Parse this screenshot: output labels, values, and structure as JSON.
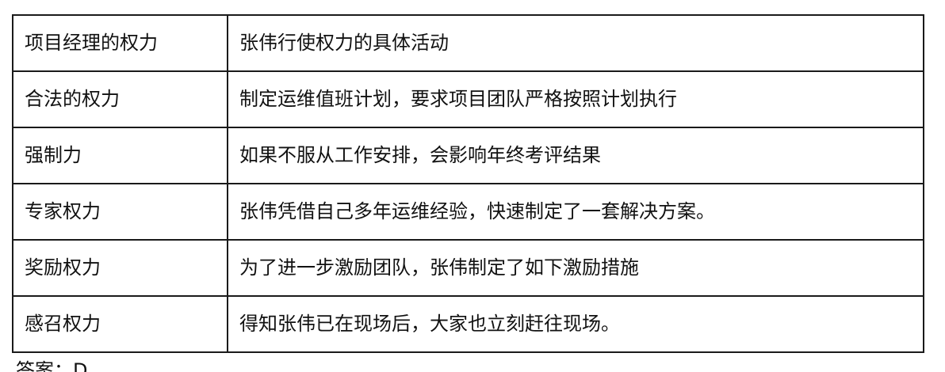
{
  "table": {
    "rows": [
      {
        "power": "项目经理的权力",
        "activity": "张伟行使权力的具体活动"
      },
      {
        "power": "合法的权力",
        "activity": "制定运维值班计划，要求项目团队严格按照计划执行"
      },
      {
        "power": "强制力",
        "activity": "如果不服从工作安排，会影响年终考评结果"
      },
      {
        "power": "专家权力",
        "activity": "张伟凭借自己多年运维经验，快速制定了一套解决方案。"
      },
      {
        "power": "奖励权力",
        "activity": "为了进一步激励团队，张伟制定了如下激励措施"
      },
      {
        "power": "感召权力",
        "activity": "得知张伟已在现场后，大家也立刻赶往现场。"
      }
    ]
  },
  "footer": {
    "fragment": "答案：D"
  }
}
